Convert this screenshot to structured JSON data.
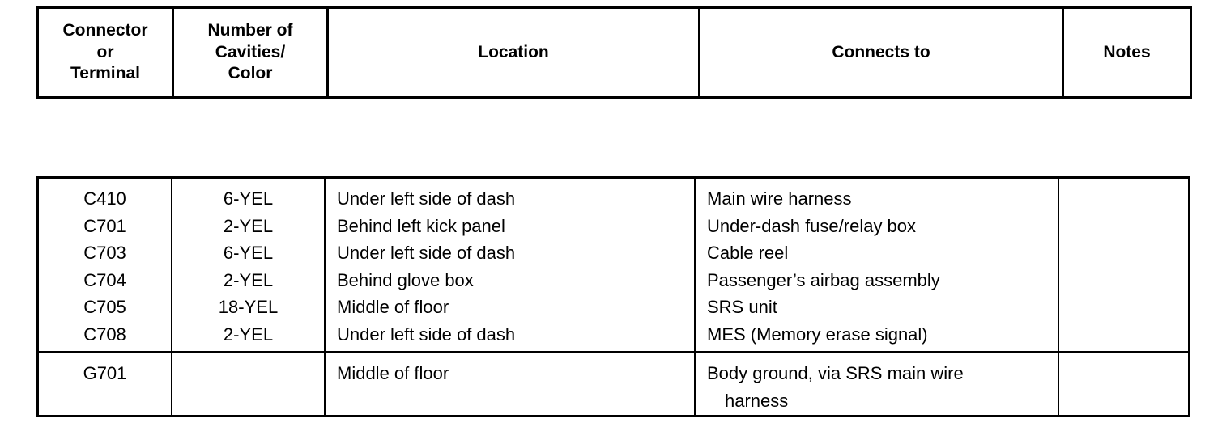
{
  "table": {
    "columns": [
      {
        "id": "connector",
        "lines": [
          "Connector",
          "or",
          "Terminal"
        ]
      },
      {
        "id": "cavities",
        "lines": [
          "Number of",
          "Cavities/",
          "Color"
        ]
      },
      {
        "id": "location",
        "lines": [
          "Location"
        ]
      },
      {
        "id": "connects",
        "lines": [
          "Connects to"
        ]
      },
      {
        "id": "notes",
        "lines": [
          "Notes"
        ]
      }
    ],
    "rows": [
      {
        "connector": "C410",
        "cavities": "6-YEL",
        "location": "Under left side of dash",
        "connects": "Main wire harness",
        "notes": ""
      },
      {
        "connector": "C701",
        "cavities": "2-YEL",
        "location": "Behind left kick panel",
        "connects": "Under-dash fuse/relay box",
        "notes": ""
      },
      {
        "connector": "C703",
        "cavities": "6-YEL",
        "location": "Under left side of dash",
        "connects": "Cable reel",
        "notes": ""
      },
      {
        "connector": "C704",
        "cavities": "2-YEL",
        "location": "Behind glove box",
        "connects": "Passenger’s airbag assembly",
        "notes": ""
      },
      {
        "connector": "C705",
        "cavities": "18-YEL",
        "location": "Middle of floor",
        "connects": "SRS unit",
        "notes": ""
      },
      {
        "connector": "C708",
        "cavities": "2-YEL",
        "location": "Under left side of dash",
        "connects": "MES (Memory erase signal)",
        "notes": ""
      }
    ],
    "ground_row": {
      "connector": "G701",
      "cavities": "",
      "location": "Middle of floor",
      "connects_line1": "Body ground, via SRS main wire",
      "connects_line2": "harness",
      "notes": ""
    }
  }
}
